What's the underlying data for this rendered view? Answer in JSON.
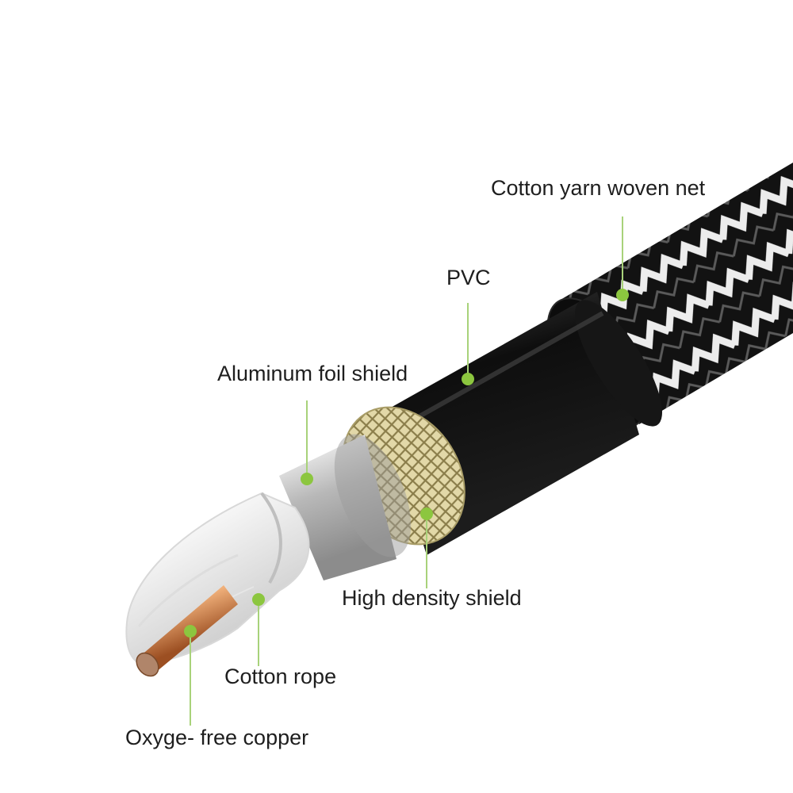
{
  "labels": {
    "cotton_yarn": "Cotton yarn woven net",
    "pvc": "PVC",
    "aluminum_foil": "Aluminum foil shield",
    "high_density": "High density shield",
    "cotton_rope": "Cotton rope",
    "copper": "Oxyge- free copper"
  },
  "colors": {
    "callout_dot": "#8cc63f",
    "callout_line": "#a8d27a",
    "pvc_jacket": "#111111",
    "braid": "#d9cfa0",
    "foil": "#c0c0c0",
    "copper": "#c8743e"
  }
}
